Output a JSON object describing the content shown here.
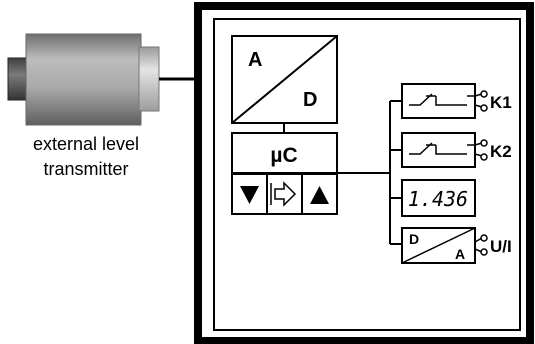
{
  "transmitter": {
    "caption_line1": "external level",
    "caption_line2": "transmitter"
  },
  "adc": {
    "label_a": "A",
    "label_d": "D"
  },
  "controller": {
    "label": "µC"
  },
  "relays": [
    {
      "label": "K1"
    },
    {
      "label": "K2"
    }
  ],
  "display": {
    "value": "1.436"
  },
  "analog_output": {
    "label_d": "D",
    "label_a": "A",
    "label": "U/I"
  }
}
